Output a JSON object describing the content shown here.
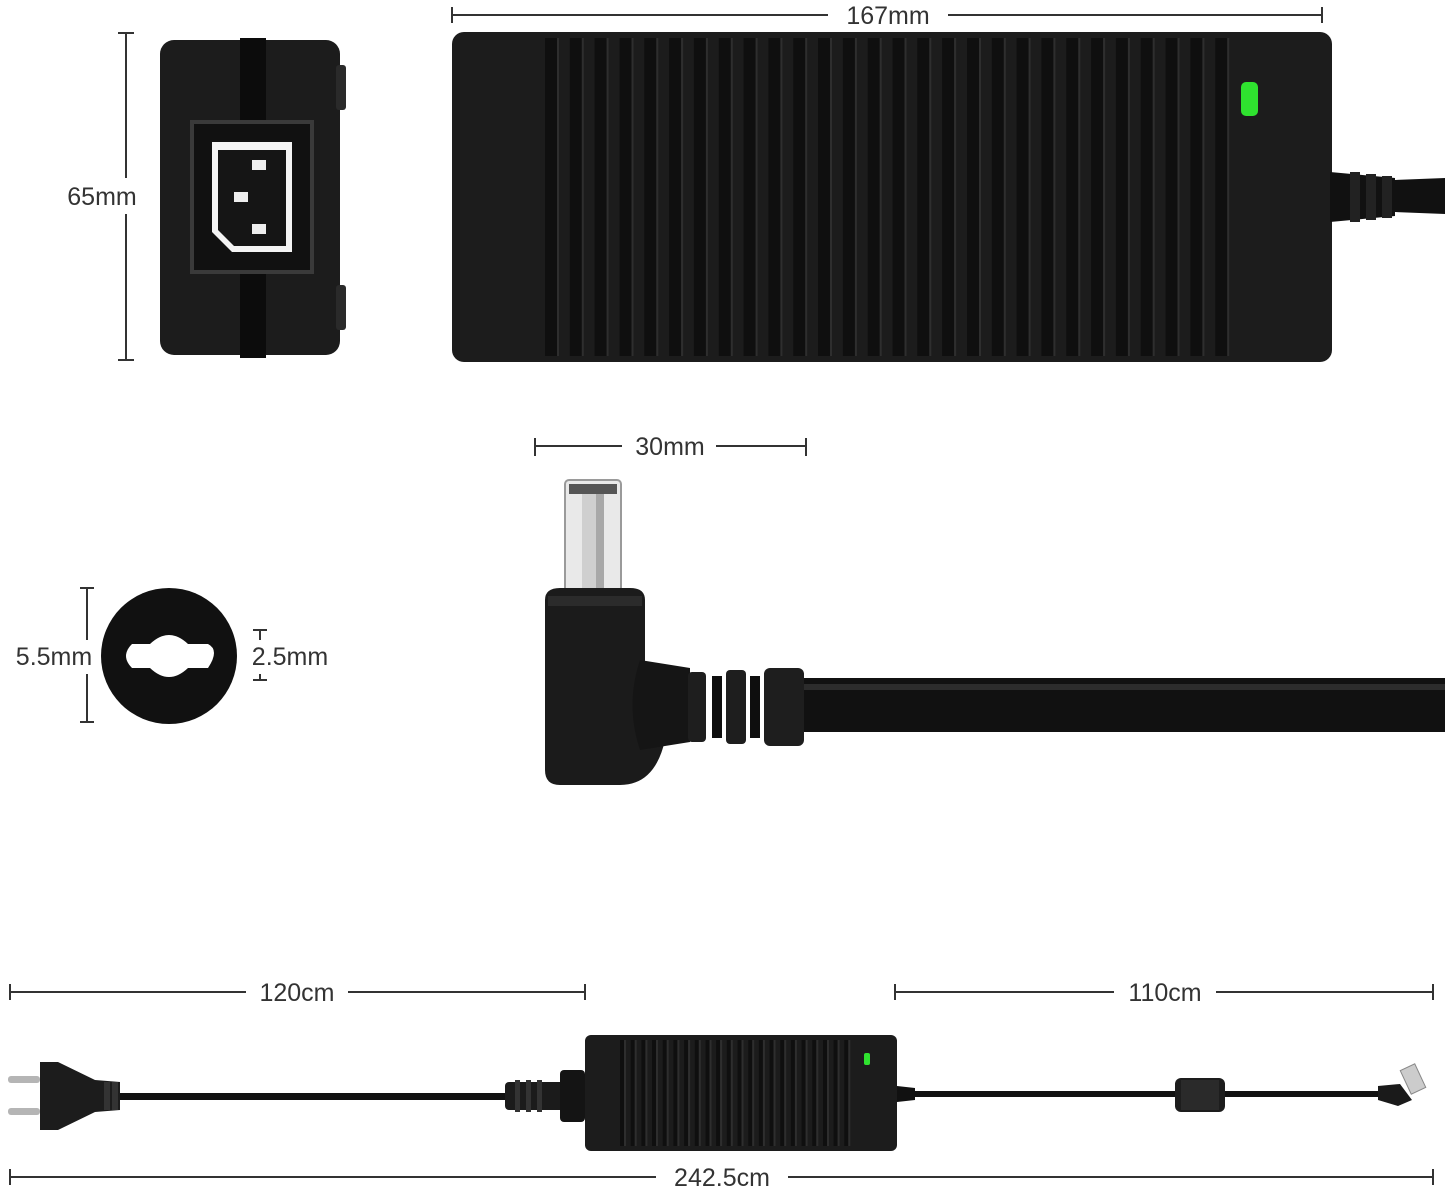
{
  "colors": {
    "background": "#ffffff",
    "device_body": "#1c1c1c",
    "device_rib": "#111111",
    "led": "#2fe22f",
    "dimension_line": "#333333",
    "label": "#333333"
  },
  "dimensions": {
    "adapter_length": "167mm",
    "adapter_height": "65mm",
    "plug_length": "30mm",
    "outer_diameter": "5.5mm",
    "inner_diameter": "2.5mm",
    "ac_cable_length": "120cm",
    "dc_cable_length": "110cm",
    "total_length": "242.5cm"
  },
  "icons": {
    "ac_inlet": "c14-inlet-icon",
    "status_led": "led-indicator-icon",
    "dc_plug": "barrel-plug-icon",
    "connector_face": "barrel-connector-cross-section-icon",
    "mains_plug": "euro-plug-icon",
    "ferrite": "ferrite-core-icon"
  }
}
